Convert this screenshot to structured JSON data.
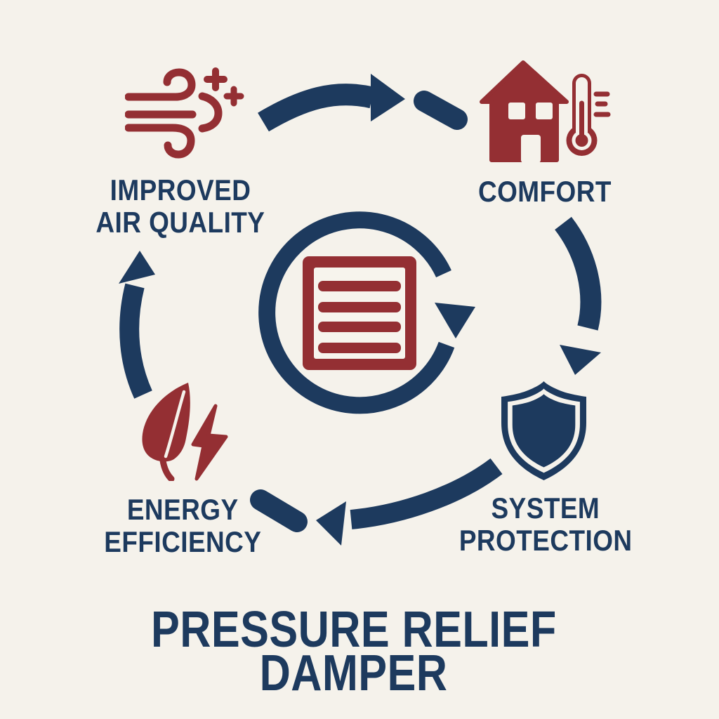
{
  "title": {
    "line1": "PRESSURE RELIEF",
    "line2": "DAMPER"
  },
  "center": {
    "icon": "damper-louver-vent",
    "motif": "clockwise-rotation-arrow"
  },
  "nodes": {
    "air_quality": {
      "icon": "wind-sparkle",
      "label_line1": "IMPROVED",
      "label_line2": "AIR QUALITY"
    },
    "comfort": {
      "icon": "house-thermometer",
      "label_line1": "COMFORT"
    },
    "system_protection": {
      "icon": "shield",
      "label_line1": "SYSTEM",
      "label_line2": "PROTECTION"
    },
    "energy_efficiency": {
      "icon": "leaf-lightning",
      "label_line1": "ENERGY",
      "label_line2": "EFFICIENCY"
    }
  },
  "colors": {
    "background": "#f5f2eb",
    "navy": "#1d3a5e",
    "maroon": "#942f33"
  }
}
